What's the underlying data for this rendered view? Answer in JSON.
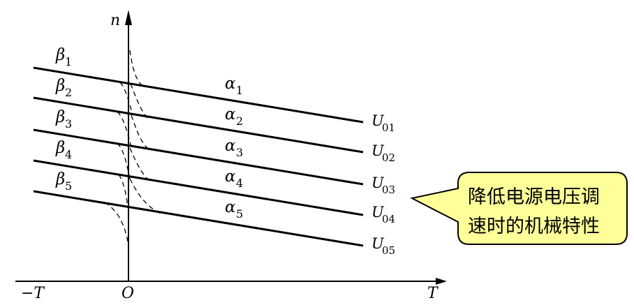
{
  "axes": {
    "vertical_label": "n",
    "horizontal_label": "T",
    "origin_label": "O",
    "negative_label": "−T"
  },
  "lines": [
    {
      "beta": "β",
      "beta_sub": "1",
      "alpha": "α",
      "alpha_sub": "1",
      "u": "U",
      "u_sub": "01"
    },
    {
      "beta": "β",
      "beta_sub": "2",
      "alpha": "α",
      "alpha_sub": "2",
      "u": "U",
      "u_sub": "02"
    },
    {
      "beta": "β",
      "beta_sub": "3",
      "alpha": "α",
      "alpha_sub": "3",
      "u": "U",
      "u_sub": "03"
    },
    {
      "beta": "β",
      "beta_sub": "4",
      "alpha": "α",
      "alpha_sub": "4",
      "u": "U",
      "u_sub": "04"
    },
    {
      "beta": "β",
      "beta_sub": "5",
      "alpha": "α",
      "alpha_sub": "5",
      "u": "U",
      "u_sub": "05"
    }
  ],
  "callout": {
    "line1": "降低电源电压调",
    "line2": "速时的机械特性",
    "fill_color": "#ffff99",
    "stroke_color": "#000000"
  }
}
